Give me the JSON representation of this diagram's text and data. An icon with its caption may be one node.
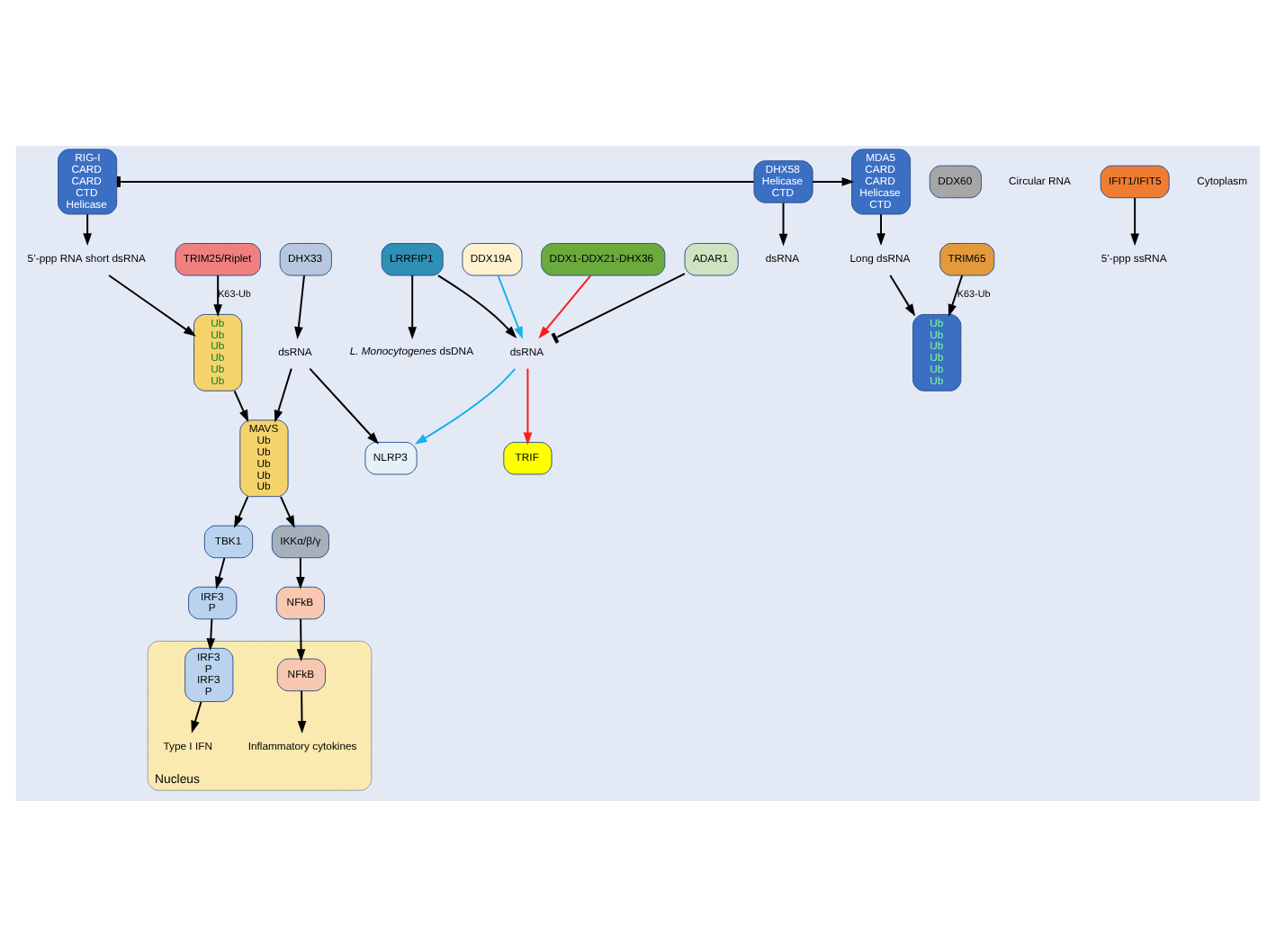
{
  "diagram": {
    "nodes": [
      {
        "text": [
          "RIG-I",
          "CARD",
          "CARD",
          "CTD",
          "Helicase"
        ]
      },
      {
        "text": [
          "MDA5",
          "CARD",
          "CARD",
          "Helicase",
          "CTD"
        ]
      },
      {
        "text": [
          "DHX58",
          "Helicase",
          "CTD"
        ]
      },
      {
        "text": [
          "DDX60"
        ]
      },
      {
        "text": [
          "Circular RNA"
        ]
      },
      {
        "text": [
          "5’-ppp RNA short dsRNA"
        ]
      },
      {
        "text": [
          "dsRNA"
        ]
      },
      {
        "text": [
          "Long dsRNA"
        ]
      },
      {
        "text": [
          "Ub",
          "Ub",
          "Ub",
          "Ub",
          "Ub",
          "Ub"
        ]
      },
      {
        "text": [
          "Ub",
          "Ub",
          "Ub",
          "Ub",
          "Ub",
          "Ub"
        ]
      },
      {
        "text": [
          "TRIM25/Riplet"
        ]
      },
      {
        "text": [
          "DHX33"
        ]
      },
      {
        "text": [
          "TRIM65"
        ]
      },
      {
        "text": [
          "dsRNA"
        ]
      },
      {
        "text": [
          "MAVS",
          "Ub",
          "Ub",
          "Ub",
          "Ub",
          "Ub"
        ]
      },
      {
        "text": [
          "IKKα/β/γ"
        ]
      },
      {
        "text": [
          "TBK1"
        ]
      },
      {
        "text": [
          "IRF3",
          "P"
        ]
      },
      {
        "text": [
          "NFkB"
        ]
      },
      {
        "text": [
          "Nucleus"
        ]
      },
      {
        "text": [
          "NFkB"
        ],
        "in": 19
      },
      {
        "text": [
          "IRF3",
          "P",
          "IRF3",
          "P"
        ],
        "in": 19
      },
      {
        "text": [
          "Type I IFN"
        ],
        "in": 19
      },
      {
        "text": [
          "Inflammatory cytokines"
        ],
        "in": 19
      },
      {
        "text": [
          "*L. Monocytogenes* dsDNA"
        ]
      },
      {
        "text": [
          "LRRFIP1"
        ]
      },
      {
        "text": [
          "DDX19A"
        ]
      },
      {
        "text": [
          "DDX1-DDX21-DHX36"
        ]
      },
      {
        "text": [
          "dsRNA"
        ]
      },
      {
        "text": [
          "ADAR1"
        ]
      },
      {
        "text": [
          "NLRP3"
        ]
      },
      {
        "text": [
          "TRIF"
        ]
      },
      {
        "text": [
          "IFIT1/IFIT5"
        ]
      },
      {
        "text": [
          "5’-ppp ssRNA"
        ]
      }
    ],
    "edges": [
      {
        "from": 0,
        "to": 5,
        "arrow": "to"
      },
      {
        "from": 1,
        "to": 7,
        "arrow": "to"
      },
      {
        "from": 2,
        "to": 0,
        "arrow": "other"
      },
      {
        "from": 2,
        "to": 1,
        "arrow": "to"
      },
      {
        "from": 2,
        "to": 6,
        "arrow": "to"
      },
      {
        "from": 5,
        "to": 8,
        "arrow": "to"
      },
      {
        "from": 7,
        "to": 9,
        "arrow": "to"
      },
      {
        "from": 10,
        "to": 8,
        "arrow": "to",
        "label": "K63-Ub"
      },
      {
        "from": 12,
        "to": 9,
        "arrow": "to",
        "label": "K63-Ub"
      },
      {
        "from": 8,
        "to": 14,
        "arrow": "to"
      },
      {
        "from": 11,
        "to": 13,
        "arrow": "to"
      },
      {
        "from": 13,
        "to": 14,
        "arrow": "to"
      },
      {
        "from": 13,
        "to": 30,
        "arrow": "to"
      },
      {
        "from": 14,
        "to": 15,
        "arrow": "to"
      },
      {
        "from": 14,
        "to": 16,
        "arrow": "to"
      },
      {
        "from": 15,
        "to": 18,
        "arrow": "to"
      },
      {
        "from": 18,
        "to": 20,
        "arrow": "to"
      },
      {
        "from": 16,
        "to": 17,
        "arrow": "to"
      },
      {
        "from": 17,
        "to": 21,
        "arrow": "to"
      },
      {
        "from": 21,
        "to": 22,
        "arrow": "to"
      },
      {
        "from": 20,
        "to": 23,
        "arrow": "to"
      },
      {
        "from": 25,
        "to": 24,
        "arrow": "to"
      },
      {
        "from": 25,
        "to": 28,
        "arrow": "to"
      },
      {
        "from": 26,
        "to": 28,
        "arrow": "to",
        "color": "#1ab0e8"
      },
      {
        "from": 27,
        "to": 28,
        "arrow": "to",
        "color": "#ff1a1a"
      },
      {
        "from": 29,
        "to": 28,
        "arrow": "other"
      },
      {
        "from": 28,
        "to": 30,
        "arrow": "to",
        "color": "#1ab0e8"
      },
      {
        "from": 28,
        "to": 31,
        "arrow": "to",
        "color": "#ff1a1a"
      },
      {
        "from": 32,
        "to": 33,
        "arrow": "to"
      }
    ],
    "labels": [
      "Cytoplasm"
    ]
  }
}
